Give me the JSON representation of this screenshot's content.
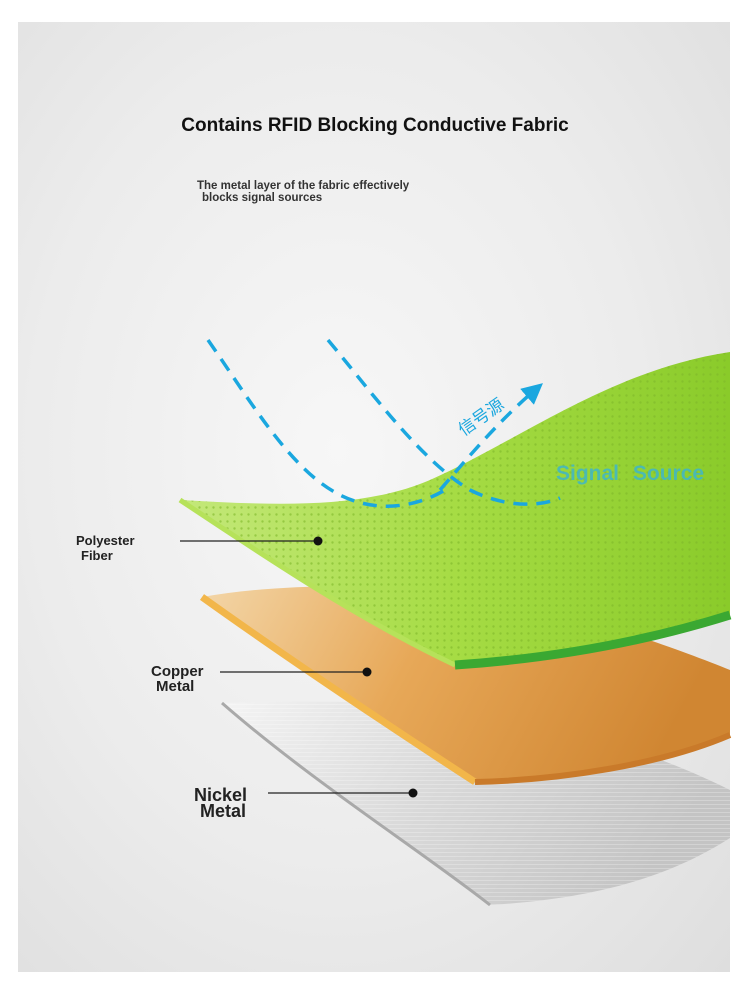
{
  "title": "Contains RFID Blocking Conductive Fabric",
  "subtitle_line1": "The metal layer of the fabric effectively",
  "subtitle_line2": "blocks signal sources",
  "labels": {
    "polyester_line1": "Polyester",
    "polyester_line2": "Fiber",
    "copper_line1": "Copper",
    "copper_line2": "Metal",
    "nickel_line1": "Nickel",
    "nickel_line2": "Metal"
  },
  "signal": {
    "line1": "Signal",
    "line2": "Source",
    "chinese": "信号源"
  },
  "colors": {
    "green_layer": "#9cd63a",
    "green_edge": "#3aa832",
    "copper_layer": "#e09a45",
    "copper_edge": "#f0b24a",
    "nickel_layer": "#d2d2d2",
    "signal_blue": "#1aa7df"
  }
}
